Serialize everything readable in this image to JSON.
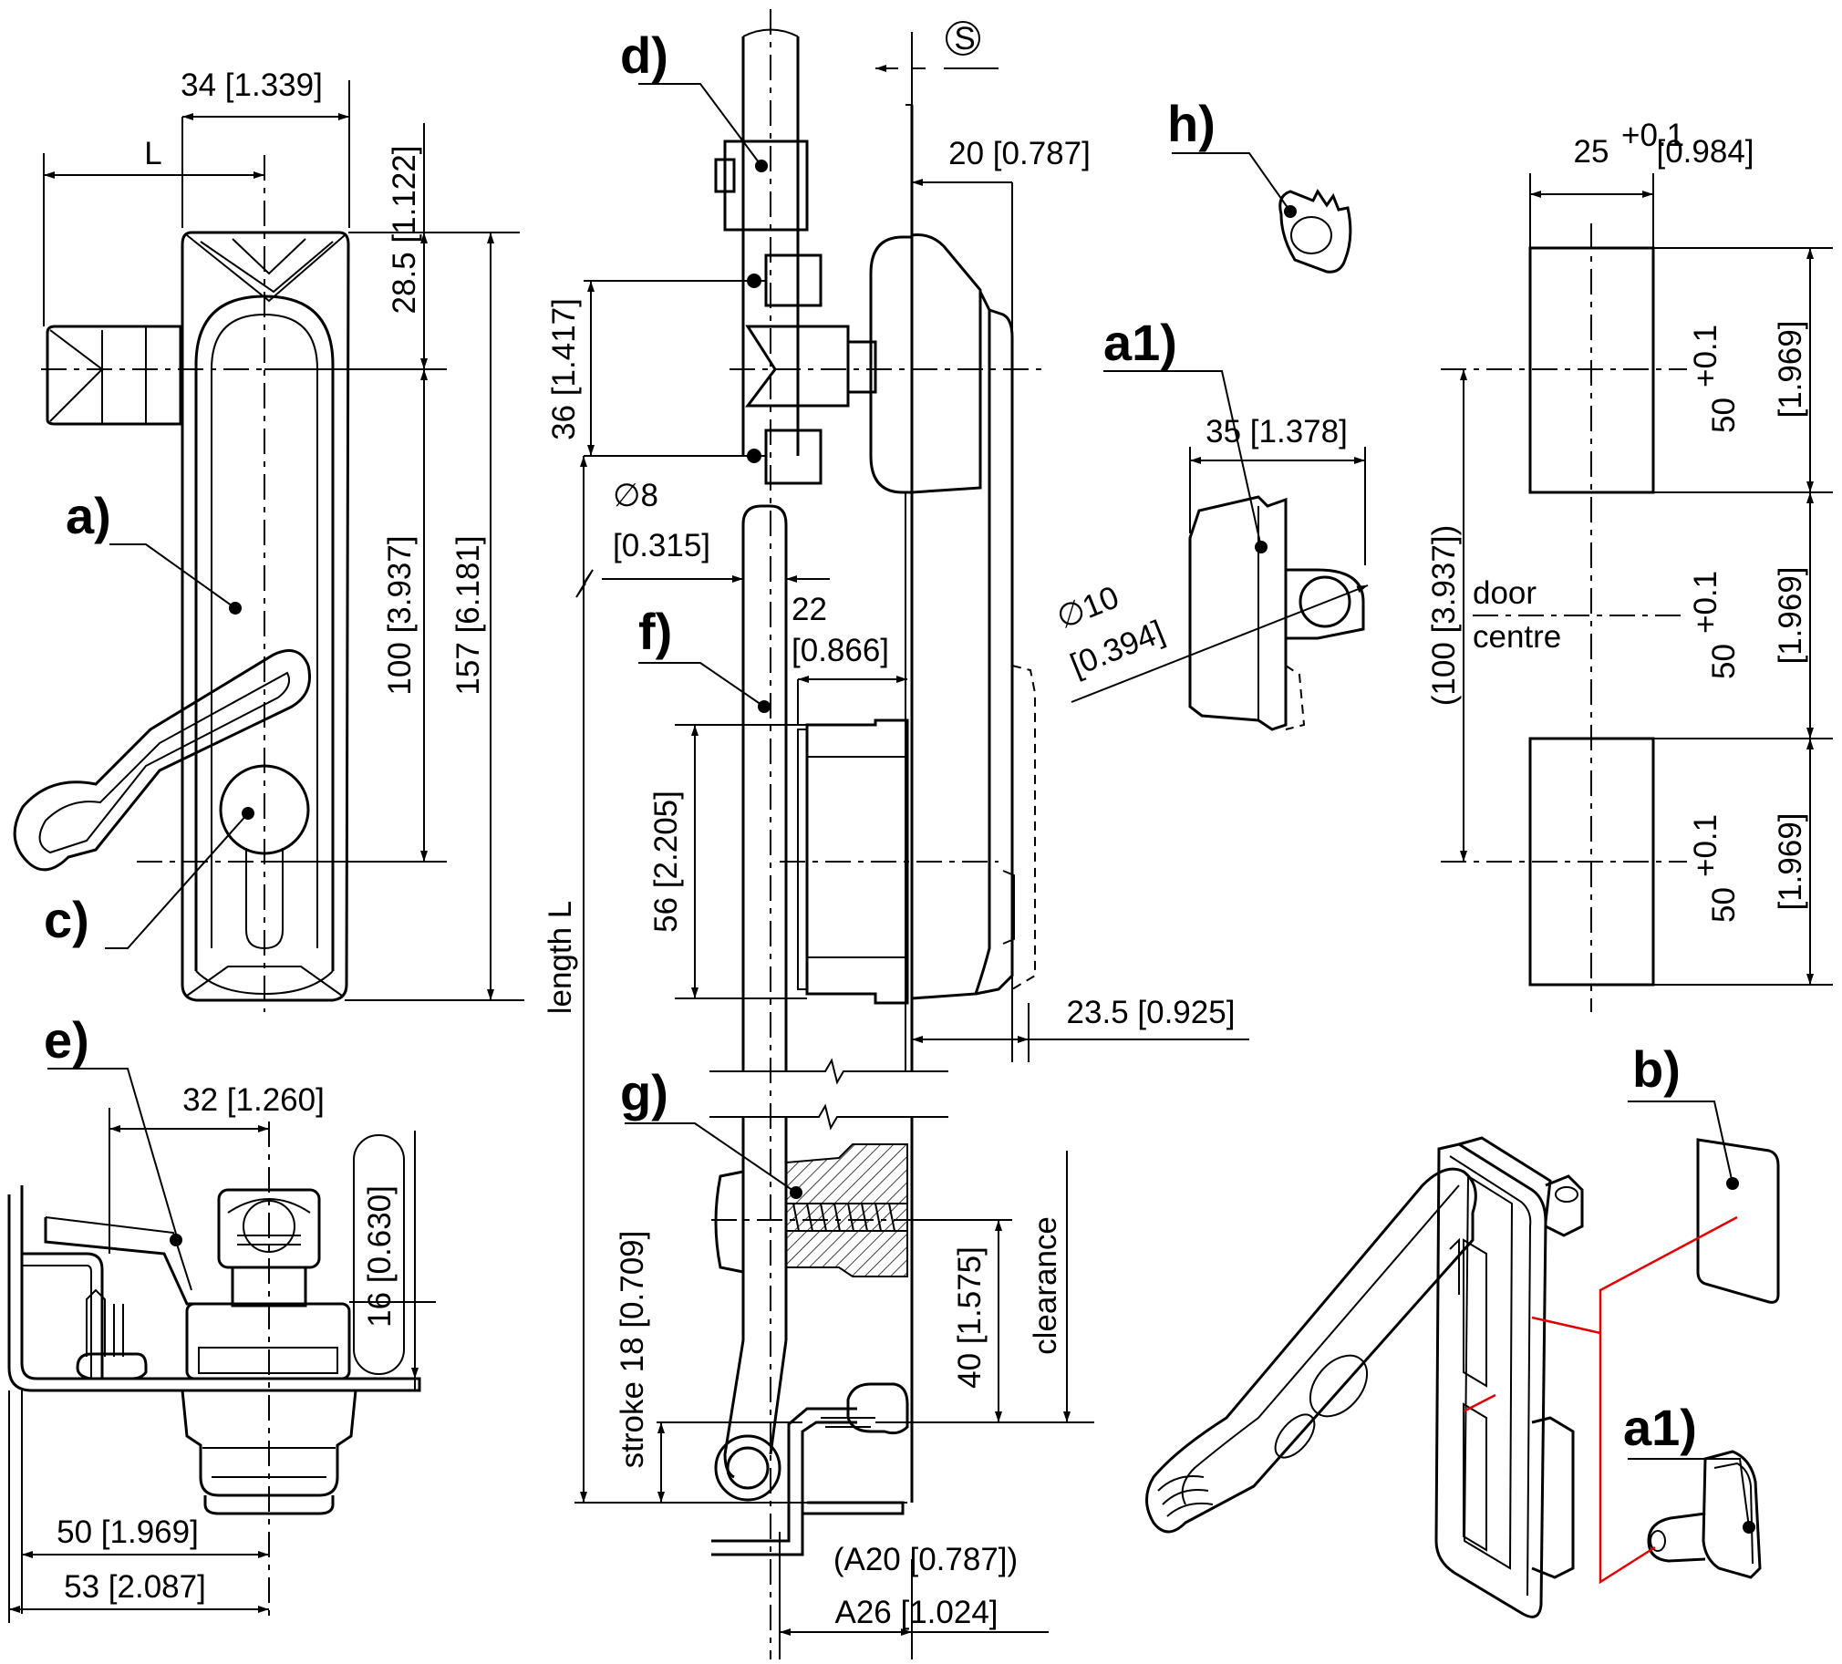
{
  "callouts": {
    "a": "a)",
    "c": "c)",
    "d": "d)",
    "e": "e)",
    "f": "f)",
    "g": "g)",
    "h": "h)",
    "a1_detail": "a1)",
    "a1_iso": "a1)",
    "b": "b)"
  },
  "front_view": {
    "dim_width": "34 [1.339]",
    "dim_L": "L",
    "dim_top": "28.5 [1.122]",
    "dim_centers": "100 [3.937]",
    "dim_height": "157 [6.181]"
  },
  "side_view": {
    "symbol_s": "S",
    "dim_20": "20 [0.787]",
    "dim_36": "36 [1.417]",
    "dim_dia8": "∅8",
    "dim_dia8_in": "[0.315]",
    "dim_22": "22",
    "dim_22_in": "[0.866]",
    "dim_56": "56 [2.205]",
    "dim_23_5": "23.5 [0.925]",
    "length_L": "length L",
    "stroke": "stroke 18 [0.709]",
    "dim_40": "40 [1.575]",
    "clearance": "clearance",
    "dim_A20": "(A20 [0.787])",
    "dim_A26": "A26 [1.024]"
  },
  "bottom_view": {
    "dim_32": "32 [1.260]",
    "dim_16": "16 [0.630]",
    "dim_50": "50 [1.969]",
    "dim_53": "53 [2.087]"
  },
  "detail_a1": {
    "dim_35": "35 [1.378]",
    "dim_dia10": "∅10",
    "dim_dia10_in": "[0.394]"
  },
  "cutout": {
    "dim_25": "25",
    "tol_25": "+0.1",
    "dim_25_in": "[0.984]",
    "dim_50": "50",
    "tol_50": "+0.1",
    "dim_50_in": "[1.969]",
    "dim_100": "(100 [3.937])",
    "door": "door",
    "centre": "centre"
  },
  "colors": {
    "ink": "#000000",
    "leader_red": "#e00000"
  }
}
